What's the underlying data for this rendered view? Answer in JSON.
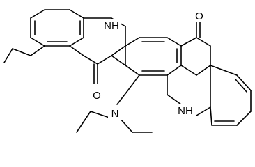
{
  "molecule": {
    "labels": {
      "nh_top": "NH",
      "nh_bottom": "NH",
      "o_left": "O",
      "o_right": "O",
      "n_amine": "N"
    },
    "colors": {
      "bond": "#000000",
      "background": "#ffffff"
    }
  }
}
